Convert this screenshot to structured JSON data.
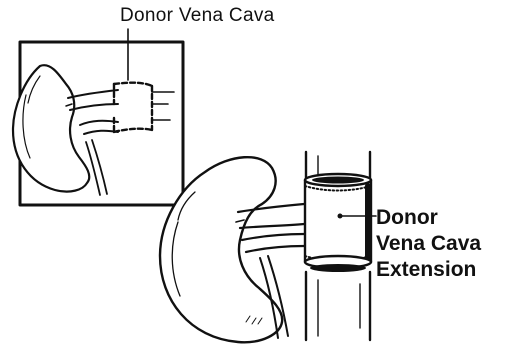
{
  "labels": {
    "inset_label": "Donor Vena Cava",
    "main_label_line1": "Donor",
    "main_label_line2": "Vena Cava",
    "main_label_line3": "Extension"
  },
  "colors": {
    "ink": "#111111",
    "paper": "#ffffff"
  }
}
